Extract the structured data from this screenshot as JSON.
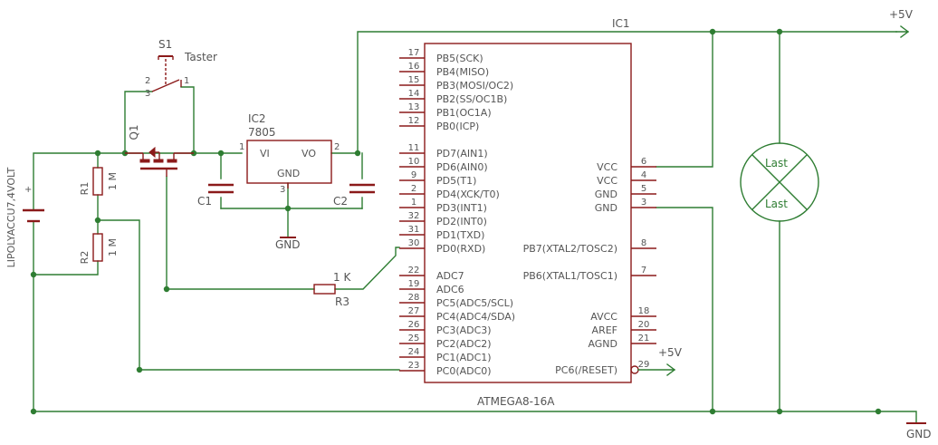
{
  "battery": {
    "label": "LIPOLYACCU7,4VOLT",
    "plus": "+"
  },
  "switch": {
    "ref": "S1",
    "value": "Taster",
    "pin1": "1",
    "pin2": "2",
    "pin3": "3"
  },
  "q1": {
    "ref": "Q1"
  },
  "r1": {
    "ref": "R1",
    "value": "1 M"
  },
  "r2": {
    "ref": "R2",
    "value": "1 M"
  },
  "r3": {
    "ref": "R3",
    "value": "1 K"
  },
  "c1": {
    "ref": "C1"
  },
  "c2": {
    "ref": "C2"
  },
  "regulator": {
    "ref": "IC2",
    "value": "7805",
    "vi": "VI",
    "vo": "VO",
    "gnd": "GND",
    "pin_in": "1",
    "pin_out": "2",
    "pin_gnd": "3"
  },
  "gnd_label": "GND",
  "net_ic1": "IC1",
  "supply_label": "+5V",
  "mcu": {
    "name": "ATMEGA8-16A",
    "left_pins": [
      {
        "num": "17",
        "name": "PB5(SCK)"
      },
      {
        "num": "16",
        "name": "PB4(MISO)"
      },
      {
        "num": "15",
        "name": "PB3(MOSI/OC2)"
      },
      {
        "num": "14",
        "name": "PB2(SS/OC1B)"
      },
      {
        "num": "13",
        "name": "PB1(OC1A)"
      },
      {
        "num": "12",
        "name": "PB0(ICP)"
      },
      {
        "num": "11",
        "name": "PD7(AIN1)"
      },
      {
        "num": "10",
        "name": "PD6(AIN0)"
      },
      {
        "num": "9",
        "name": "PD5(T1)"
      },
      {
        "num": "2",
        "name": "PD4(XCK/T0)"
      },
      {
        "num": "1",
        "name": "PD3(INT1)"
      },
      {
        "num": "32",
        "name": "PD2(INT0)"
      },
      {
        "num": "31",
        "name": "PD1(TXD)"
      },
      {
        "num": "30",
        "name": "PD0(RXD)"
      },
      {
        "num": "22",
        "name": "ADC7"
      },
      {
        "num": "19",
        "name": "ADC6"
      },
      {
        "num": "28",
        "name": "PC5(ADC5/SCL)"
      },
      {
        "num": "27",
        "name": "PC4(ADC4/SDA)"
      },
      {
        "num": "26",
        "name": "PC3(ADC3)"
      },
      {
        "num": "25",
        "name": "PC2(ADC2)"
      },
      {
        "num": "24",
        "name": "PC1(ADC1)"
      },
      {
        "num": "23",
        "name": "PC0(ADC0)"
      }
    ],
    "right_pins": [
      {
        "num": "6",
        "name": "VCC"
      },
      {
        "num": "4",
        "name": "VCC"
      },
      {
        "num": "5",
        "name": "GND"
      },
      {
        "num": "3",
        "name": "GND"
      },
      {
        "num": "8",
        "name": "PB7(XTAL2/TOSC2)"
      },
      {
        "num": "7",
        "name": "PB6(XTAL1/TOSC1)"
      },
      {
        "num": "18",
        "name": "AVCC"
      },
      {
        "num": "20",
        "name": "AREF"
      },
      {
        "num": "21",
        "name": "AGND"
      },
      {
        "num": "29",
        "name": "PC6(/RESET)"
      }
    ]
  },
  "load": {
    "label_top": "Last",
    "label_bottom": "Last"
  },
  "colors": {
    "wire": "#2e7d32",
    "part": "#8b1a1a",
    "text": "#555555"
  }
}
